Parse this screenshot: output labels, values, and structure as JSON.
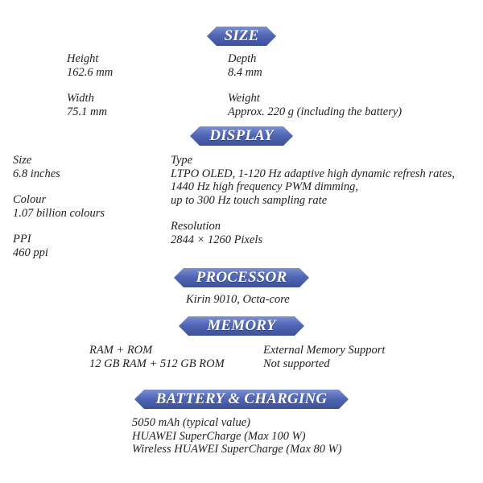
{
  "colors": {
    "banner_top": "#7c8fd2",
    "banner_bottom": "#3d5099",
    "banner_text": "#ffffff",
    "body_text": "#222222"
  },
  "size": {
    "title": "SIZE",
    "height": {
      "label": "Height",
      "value": "162.6 mm"
    },
    "depth": {
      "label": "Depth",
      "value": "8.4 mm"
    },
    "width": {
      "label": "Width",
      "value": "75.1 mm"
    },
    "weight": {
      "label": "Weight",
      "value": "Approx. 220 g (including the battery)"
    }
  },
  "display": {
    "title": "DISPLAY",
    "size": {
      "label": "Size",
      "value": "6.8 inches"
    },
    "colour": {
      "label": "Colour",
      "value": "1.07 billion colours"
    },
    "ppi": {
      "label": "PPI",
      "value": "460 ppi"
    },
    "type": {
      "label": "Type",
      "lines": [
        "LTPO OLED, 1-120 Hz adaptive high dynamic refresh rates,",
        "1440 Hz high frequency PWM dimming,",
        "up to 300 Hz touch sampling rate"
      ]
    },
    "resolution": {
      "label": "Resolution",
      "value": "2844 × 1260 Pixels"
    }
  },
  "processor": {
    "title": "PROCESSOR",
    "value": "Kirin 9010, Octa-core"
  },
  "memory": {
    "title": "MEMORY",
    "ram_rom": {
      "label": "RAM + ROM",
      "value": "12 GB RAM + 512 GB ROM"
    },
    "external": {
      "label": "External Memory Support",
      "value": "Not supported"
    }
  },
  "battery": {
    "title": "BATTERY & CHARGING",
    "lines": [
      "5050 mAh (typical value)",
      "HUAWEI SuperCharge (Max 100 W)",
      "Wireless HUAWEI SuperCharge (Max 80 W)"
    ]
  }
}
